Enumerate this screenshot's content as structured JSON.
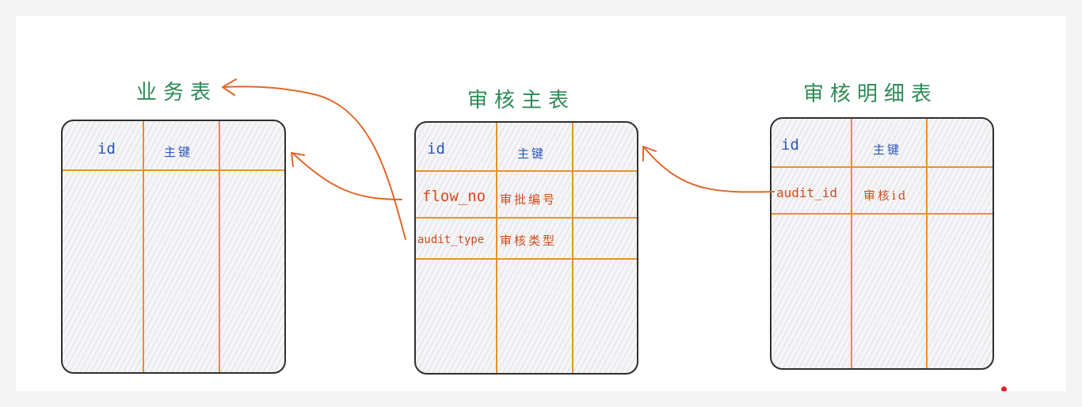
{
  "colors": {
    "title": "#2d8a55",
    "pk": "#2a55b8",
    "fk": "#d24a1a",
    "grid": "#e8912a",
    "border": "#2f2f2f",
    "arrow": "#e0672a"
  },
  "tables": {
    "business": {
      "title": "业务表",
      "rows": [
        {
          "field": "id",
          "desc": "主键"
        }
      ]
    },
    "audit_main": {
      "title": "审核主表",
      "rows": [
        {
          "field": "id",
          "desc": "主键"
        },
        {
          "field": "flow_no",
          "desc": "审批编号"
        },
        {
          "field": "audit_type",
          "desc": "审核类型"
        }
      ]
    },
    "audit_detail": {
      "title": "审核明细表",
      "rows": [
        {
          "field": "id",
          "desc": "主键"
        },
        {
          "field": "audit_id",
          "desc": "审核id"
        }
      ]
    }
  },
  "relations": [
    {
      "from": "audit_main.flow_no",
      "to": "business"
    },
    {
      "from": "audit_main.audit_type",
      "to": "business"
    },
    {
      "from": "audit_detail.audit_id",
      "to": "audit_main"
    }
  ]
}
